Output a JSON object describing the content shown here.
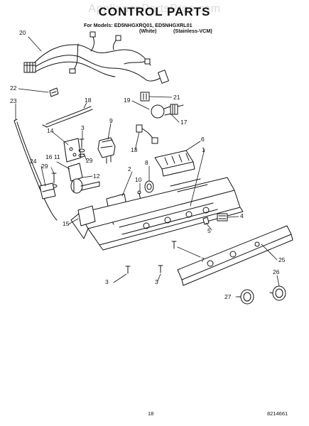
{
  "watermark": "AppliancePartsPros.com",
  "title": "CONTROL PARTS",
  "models_line": "For Models: ED5NHGXRQ01, ED5NHGXRL01",
  "variant_white": "(White)",
  "variant_stainless": "(Stainless-VCM)",
  "page_number": "18",
  "doc_number": "8214661",
  "callouts": [
    "20",
    "22",
    "23",
    "18",
    "19",
    "21",
    "17",
    "14",
    "3",
    "9",
    "13",
    "6",
    "16",
    "11",
    "29",
    "12",
    "24",
    "29",
    "8",
    "2",
    "10",
    "1",
    "4",
    "5",
    "15",
    "7",
    "25",
    "3",
    "3",
    "26",
    "27"
  ],
  "colors": {
    "line": "#111111",
    "background": "#ffffff",
    "watermark": "#d9d9d9"
  }
}
